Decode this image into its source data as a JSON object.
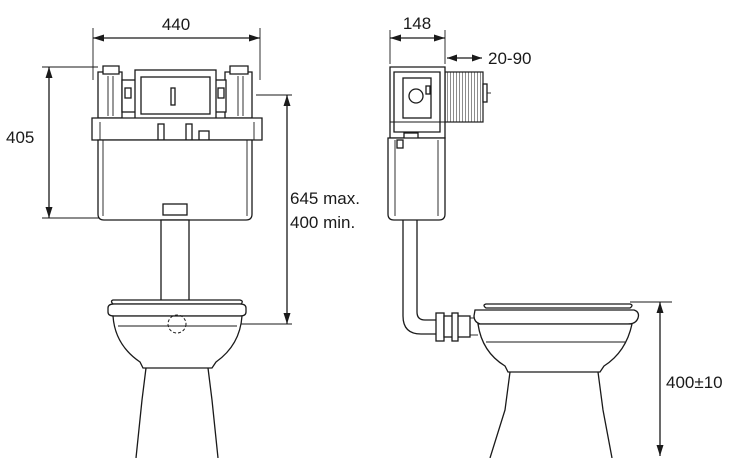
{
  "front_view": {
    "dim_width": "440",
    "dim_cistern_height": "405",
    "dim_flush_pipe_max": "645 max.",
    "dim_flush_pipe_min": "400 min."
  },
  "side_view": {
    "dim_depth": "148",
    "dim_wall_adjust": "20-90",
    "dim_pan_height": "400±10"
  }
}
